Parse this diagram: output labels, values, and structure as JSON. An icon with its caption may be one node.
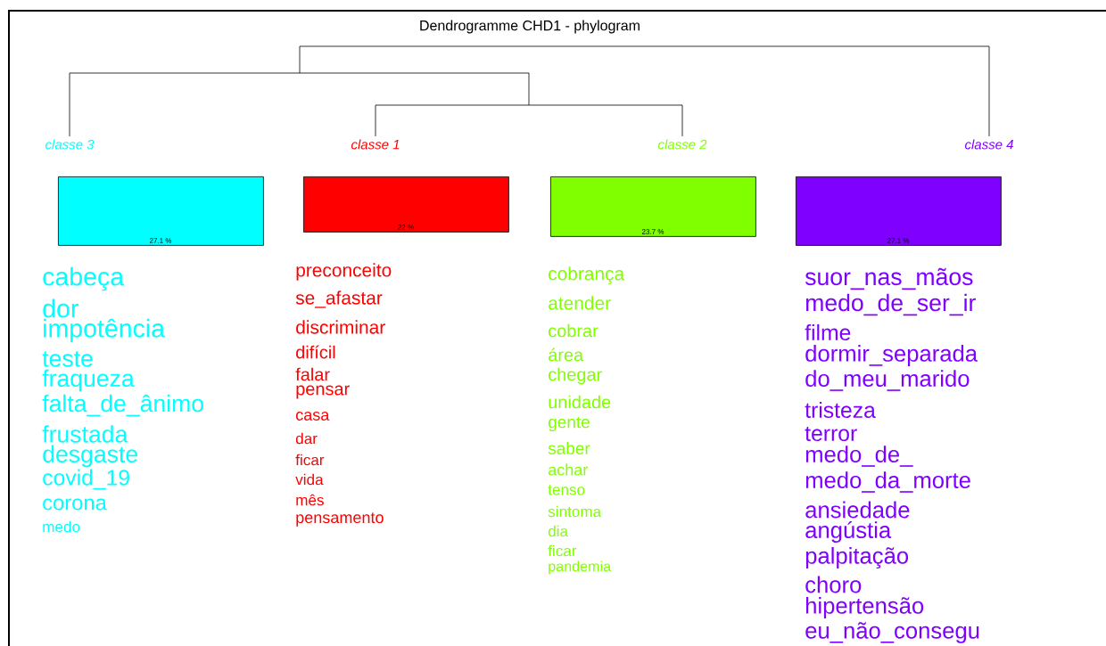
{
  "diagram": {
    "title": "Dendrogramme CHD1 - phylogram",
    "nodes": [
      {
        "text": [
          "classe  3",
          "27.1 %"
        ],
        "beside": [
          "cabeça",
          "dor",
          "impotência",
          "teste",
          "fraqueza",
          "falta_de_ânimo",
          "frustada",
          "desgaste",
          "covid_19",
          "corona",
          "medo"
        ]
      },
      {
        "text": [
          "classe  1",
          "22 %"
        ],
        "beside": [
          "preconceito",
          "se_afastar",
          "discriminar",
          "difícil",
          "falar",
          "pensar",
          "casa",
          "dar",
          "ficar",
          "vida",
          "mês",
          "pensamento"
        ]
      },
      {
        "text": [
          "classe  2",
          "23.7 %"
        ],
        "beside": [
          "cobrança",
          "atender",
          "cobrar",
          "área",
          "chegar",
          "unidade",
          "gente",
          "saber",
          "achar",
          "tenso",
          "sintoma",
          "dia",
          "ficar",
          "pandemia"
        ]
      },
      {
        "text": [
          "classe  4",
          "27.1 %"
        ],
        "beside": [
          "suor_nas_mãos",
          "medo_de_ser_ir",
          "filme",
          "dormir_separada",
          "do_meu_marido",
          "tristeza",
          "terror",
          "medo_de_",
          "medo_da_morte",
          "ansiedade",
          "angústia",
          "palpitação",
          "choro",
          "hipertensão",
          "eu_não_consegu"
        ]
      }
    ]
  }
}
